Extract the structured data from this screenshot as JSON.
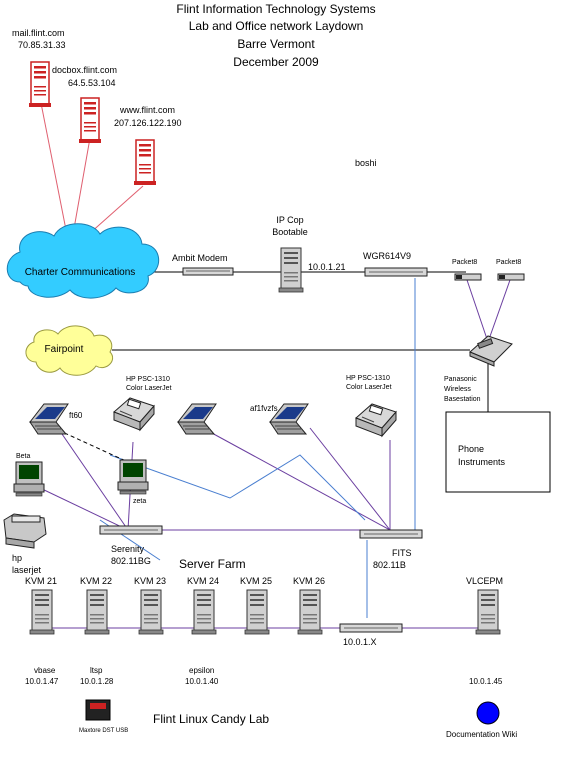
{
  "title": {
    "line1": "Flint Information Technology Systems",
    "line2": "Lab and Office network  Laydown",
    "line3": "Barre Vermont",
    "line4": "December 2009"
  },
  "servers_external": {
    "mail_name": "mail.flint.com",
    "mail_ip": "70.85.31.33",
    "docbox_name": "docbox.flint.com",
    "docbox_ip": "64.5.53.104",
    "www_name": "www.flint.com",
    "www_ip": "207.126.122.190"
  },
  "clouds": {
    "charter": "Charter Communications",
    "fairpoint": "Fairpoint"
  },
  "labels": {
    "boshi": "boshi",
    "ipcop": "IP Cop",
    "ipcop_sub": "Bootable",
    "ipcop_ip": "10.0.1.21",
    "ambit": "Ambit Modem",
    "wgr": "WGR614V9",
    "packet1": "Packet8",
    "packet2": "Packet8",
    "basestation_1": "Panasonic",
    "basestation_2": "Wireless",
    "basestation_3": "Basestation",
    "phone_box_1": "Phone",
    "phone_box_2": "Instruments",
    "printer_left_1": "HP PSC-1310",
    "printer_left_2": "Color LaserJet",
    "printer_right_1": "HP PSC-1310",
    "printer_right_2": "Color LaserJet",
    "ft60": "ft60",
    "af1fvzfs": "af1fvzfs",
    "beta": "Beta",
    "zeta": "zeta",
    "hp_1": "hp",
    "hp_2": "laserjet",
    "serenity_1": "Serenity",
    "serenity_2": "802.11BG",
    "fits_1": "FITS",
    "fits_2": "802.11B",
    "server_farm": "Server Farm",
    "kvm": [
      "KVM 21",
      "KVM 22",
      "KVM 23",
      "KVM 24",
      "KVM 25",
      "KVM 26"
    ],
    "vbase": "vbase",
    "vbase_ip": "10.0.1.47",
    "ltsp": "ltsp",
    "ltsp_ip": "10.0.1.28",
    "epsilon": "epsilon",
    "epsilon_ip": "10.0.1.40",
    "switch_net": "10.0.1.X",
    "vlcepm": "VLCEPM",
    "vlcepm_ip": "10.0.1.45",
    "maxtor": "Maxtore DST USB",
    "candy_lab": "Flint Linux Candy Lab",
    "wiki": "Documentation Wiki"
  },
  "colors": {
    "purple_link": "#6b3fa0",
    "blue_link": "#4a7fd0",
    "red_link": "#e06070",
    "cloud_fill": "#33ccff",
    "fairpoint_fill": "#ffff99",
    "server_red": "#cc2222",
    "wiki_dot": "#0000ff"
  }
}
